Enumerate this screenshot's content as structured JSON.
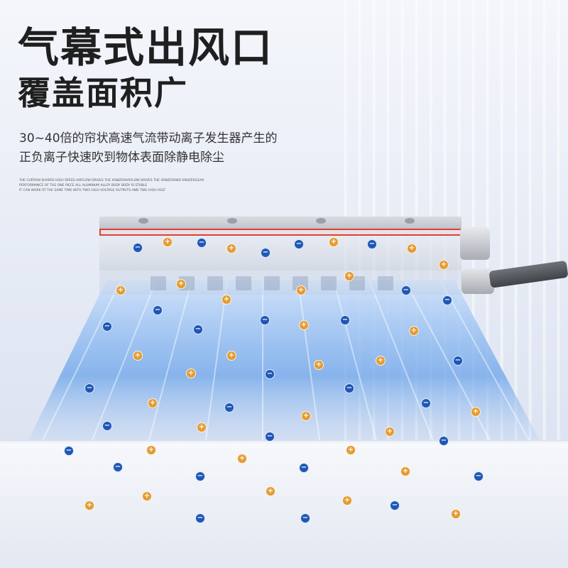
{
  "headline": {
    "line1": "气幕式出风口",
    "line2": "覆盖面积广"
  },
  "description": {
    "line1": "30~40倍的帘状高速气流带动离子发生器产生的",
    "line2": "正负离子快速吹到物体表面除静电除尘"
  },
  "fine_print": {
    "line1": "THE CURTAIN SHAPED HIGH SPEED AIRFLOW DRIVES THE IONIZERAIRFLOW DRIVES THE IONIZERAND IONIZERGEAR",
    "line2": "PERFORMANCE OF THE ONE PIECE ALL ALUMINUM ALLOY BODY BODY IS STABLE",
    "line3": "IT CAN WORK AT THE SAME TIME WITH TWO HIGH VOLTAGE OUTPUTS AND TWO HIGH VOLT"
  },
  "ion_symbols": {
    "positive": "+",
    "negative": "−"
  },
  "colors": {
    "negative_ion": "#1f57b4",
    "positive_ion": "#e39b33",
    "airflow": "#7fb3ee",
    "accent_line": "#d8413a"
  },
  "icons": [
    "positive-ion-icon",
    "negative-ion-icon",
    "air-nozzle-device",
    "air-hose"
  ]
}
